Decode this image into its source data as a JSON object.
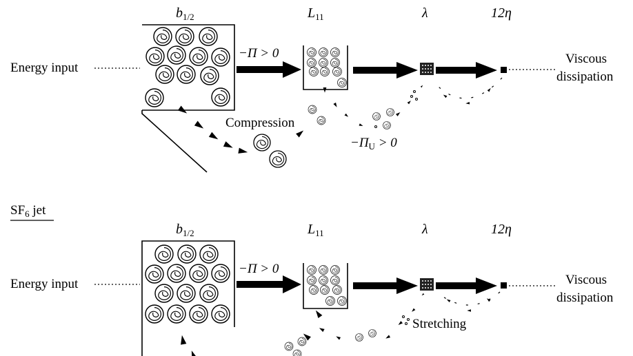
{
  "panels": [
    {
      "id": "top",
      "title": "",
      "scales": {
        "b_main": "b",
        "b_sub": "1/2",
        "L_main": "L",
        "L_sub": "11",
        "lambda": "λ",
        "eta": "12η"
      },
      "energy_input": "Energy input",
      "flux": "−Π > 0",
      "viscous_line1": "Viscous",
      "viscous_line2": "dissipation",
      "annotation": "Compression",
      "flux_u_main": "−Π",
      "flux_u_sub": "U",
      "flux_u_tail": " > 0"
    },
    {
      "id": "bottom",
      "title_main": "SF",
      "title_sub": "6",
      "title_tail": " jet",
      "scales": {
        "b_main": "b",
        "b_sub": "1/2",
        "L_main": "L",
        "L_sub": "11",
        "lambda": "λ",
        "eta": "12η"
      },
      "energy_input": "Energy input",
      "flux": "−Π > 0",
      "viscous_line1": "Viscous",
      "viscous_line2": "dissipation",
      "annotation": "Stretching"
    }
  ]
}
